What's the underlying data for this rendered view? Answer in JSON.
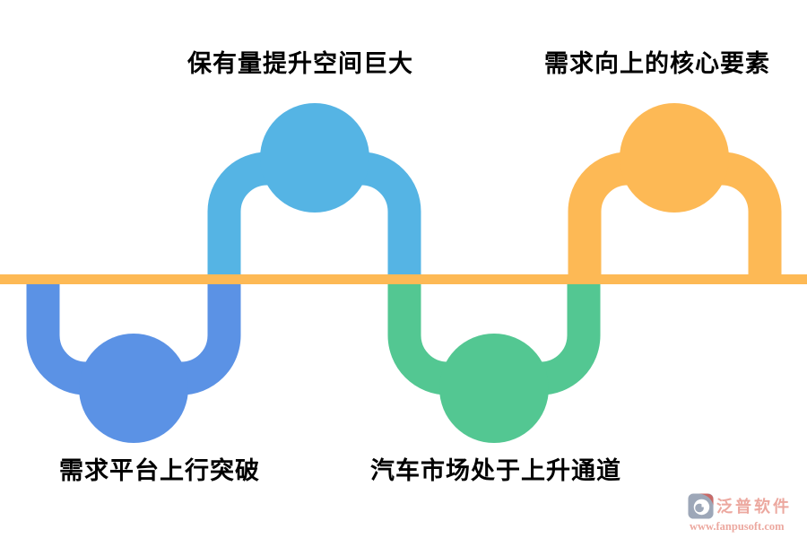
{
  "diagram": {
    "labels": {
      "top_left": "保有量提升空间巨大",
      "top_right": "需求向上的核心要素",
      "bottom_left": "需求平台上行突破",
      "bottom_center": "汽车市场处于上升通道"
    },
    "colors": {
      "light_blue": "#55b4e4",
      "dark_blue": "#5b92e5",
      "green": "#53c792",
      "orange": "#fdb955"
    }
  },
  "watermark": {
    "brand": "泛普软件",
    "url": "www.fanpusoft.com",
    "text_color": "#e9998f",
    "icon_color": "#8c98ac",
    "icon_swirl": "#ffffff",
    "icon_accent": "#c0504d"
  }
}
